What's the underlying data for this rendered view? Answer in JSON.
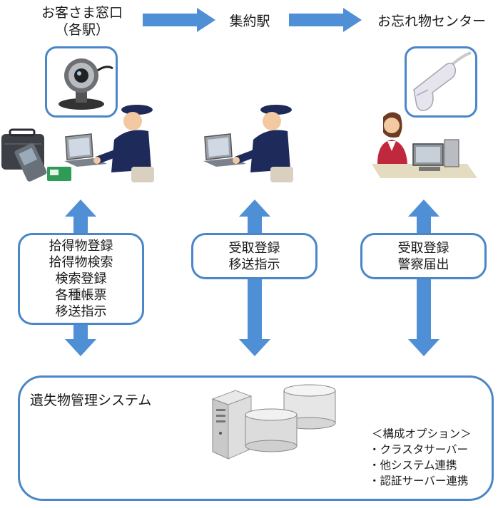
{
  "stations": [
    {
      "title_line1": "お客さま窓口",
      "title_line2": "（各駅）",
      "tasks": [
        "拾得物登録",
        "拾得物検索",
        "検索登録",
        "各種帳票",
        "移送指示"
      ]
    },
    {
      "title_line1": "集約駅",
      "tasks": [
        "受取登録",
        "移送指示"
      ]
    },
    {
      "title_line1": "お忘れ物センター",
      "tasks": [
        "受取登録",
        "警察届出"
      ]
    }
  ],
  "system": {
    "title": "遺失物管理システム",
    "options_heading": "＜構成オプション＞",
    "options": [
      "・クラスタサーバー",
      "・他システム連携",
      "・認証サーバー連携"
    ]
  },
  "icons": {
    "webcam": "webcam-icon",
    "scanner": "barcode-scanner-icon",
    "staff": "station-staff-icon",
    "operator": "call-center-operator-icon",
    "server": "server-icon",
    "database": "database-icon"
  },
  "colors": {
    "accent": "#4a86c8",
    "arrow": "#4f8fd6",
    "uniform": "#1e2a5a"
  }
}
